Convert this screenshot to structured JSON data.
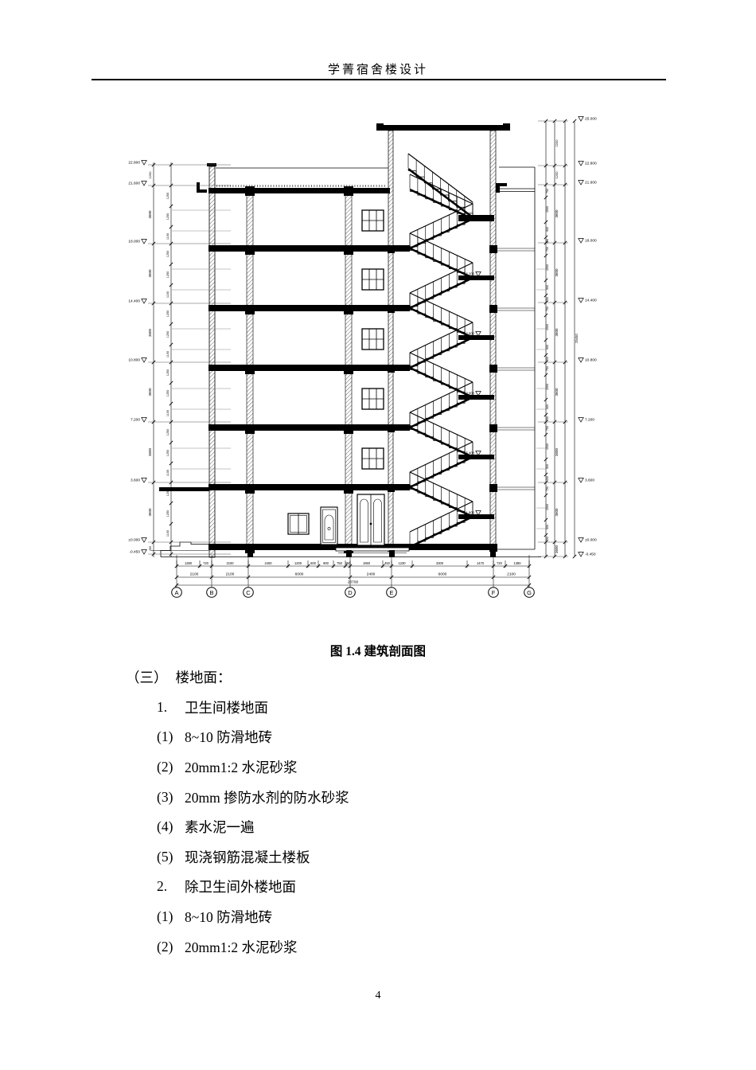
{
  "page": {
    "header_title": "学菁宿舍楼设计",
    "page_number": "4"
  },
  "figure": {
    "caption": "图 1.4 建筑剖面图",
    "levels_left": [
      "22.800",
      "21.600",
      "18.000",
      "14.400",
      "10.800",
      "7.200",
      "3.600",
      "±0.000",
      "-0.450"
    ],
    "levels_right": [
      "25.000",
      "22.800",
      "21.600",
      "18.000",
      "14.400",
      "10.800",
      "7.200",
      "3.600",
      "±0.000",
      "-0.450"
    ],
    "stair_landing_levels": [
      "16.200",
      "12.600",
      "9.000",
      "5.400",
      "1.800"
    ],
    "story_height_dim": "3600",
    "story_subdims_left": [
      "1250",
      "1250",
      "1100"
    ],
    "story_subdims_right": [
      "750",
      "1500",
      "900",
      "450"
    ],
    "top_dims_right": [
      "2200",
      "1200"
    ],
    "top_dim_left": "1200",
    "bottom_dim": "450",
    "overall_height_right": "25450",
    "grid_labels": [
      "A",
      "B",
      "C",
      "D",
      "E",
      "F",
      "G"
    ],
    "dims_row1": [
      "1380",
      "720",
      "2100",
      "2400",
      "1200",
      "600",
      "900",
      "750",
      "450",
      "1950",
      "450",
      "1230",
      "3300",
      "1470",
      "720",
      "1380"
    ],
    "dims_row2": [
      "2100",
      "2100",
      "6000",
      "2400",
      "6000",
      "2100"
    ],
    "dims_total": "20700"
  },
  "content": {
    "heading": {
      "marker": "（三）",
      "text": "楼地面："
    },
    "items": [
      {
        "marker": "1.",
        "text": "卫生间楼地面"
      },
      {
        "marker": "(1)",
        "text": "8~10 防滑地砖"
      },
      {
        "marker": "(2)",
        "text": "20mm1:2 水泥砂浆"
      },
      {
        "marker": "(3)",
        "text": "20mm 掺防水剂的防水砂浆"
      },
      {
        "marker": "(4)",
        "text": "素水泥一遍"
      },
      {
        "marker": "(5)",
        "text": "现浇钢筋混凝土楼板"
      },
      {
        "marker": "2.",
        "text": "除卫生间外楼地面"
      },
      {
        "marker": "(1)",
        "text": "8~10 防滑地砖"
      },
      {
        "marker": "(2)",
        "text": "20mm1:2 水泥砂浆"
      }
    ]
  }
}
